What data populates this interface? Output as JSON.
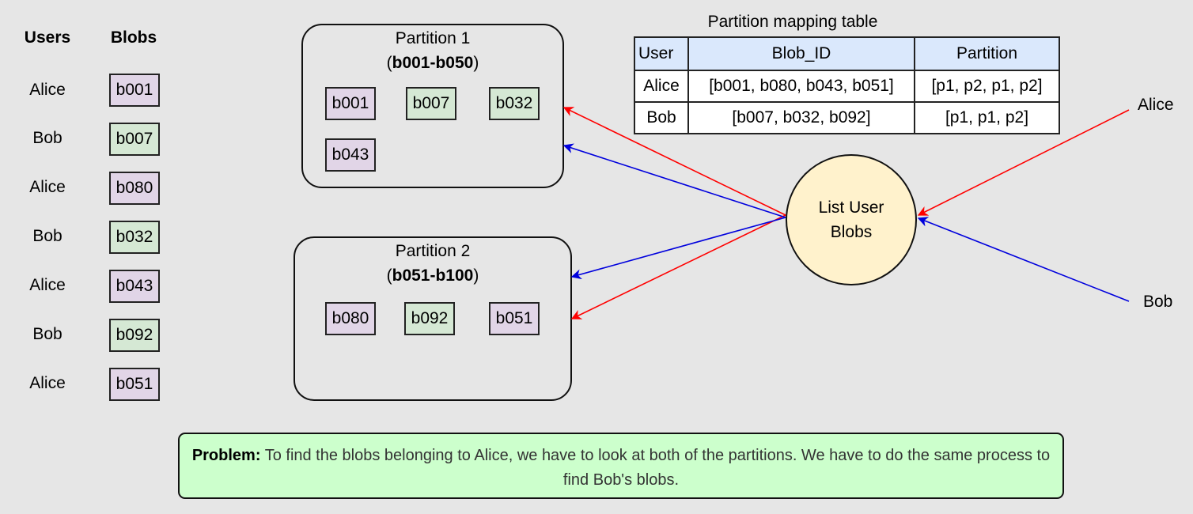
{
  "headers": {
    "users": "Users",
    "blobs": "Blobs"
  },
  "rows": [
    {
      "user": "Alice",
      "blob": "b001",
      "color": "#e1d5e7"
    },
    {
      "user": "Bob",
      "blob": "b007",
      "color": "#d5e8d4"
    },
    {
      "user": "Alice",
      "blob": "b080",
      "color": "#e1d5e7"
    },
    {
      "user": "Bob",
      "blob": "b032",
      "color": "#d5e8d4"
    },
    {
      "user": "Alice",
      "blob": "b043",
      "color": "#e1d5e7"
    },
    {
      "user": "Bob",
      "blob": "b092",
      "color": "#d5e8d4"
    },
    {
      "user": "Alice",
      "blob": "b051",
      "color": "#e1d5e7"
    }
  ],
  "partition1": {
    "title": "Partition 1",
    "range": "b001-b050",
    "blobs": [
      "b001",
      "b007",
      "b032",
      "b043"
    ]
  },
  "partition2": {
    "title": "Partition 2",
    "range": "b051-b100",
    "blobs": [
      "b080",
      "b092",
      "b051"
    ]
  },
  "mapping_table": {
    "title": "Partition mapping table",
    "headers": [
      "User",
      "Blob_ID",
      "Partition"
    ],
    "rows": [
      [
        "Alice",
        "[b001, b080, b043, b051]",
        "[p1, p2, p1, p2]"
      ],
      [
        "Bob",
        "[b007, b032, b092]",
        "[p1, p1, p2]"
      ]
    ]
  },
  "service": {
    "label": "List User Blobs"
  },
  "actors": {
    "alice": "Alice",
    "bob": "Bob"
  },
  "problem": {
    "label": "Problem:",
    "text": "To find the blobs belonging to Alice, we have to look at both of the partitions. We have to do the same process to find Bob's blobs."
  },
  "colors": {
    "alice_arrow": "#ff0000",
    "bob_arrow": "#0000dd",
    "alice_blob": "#e1d5e7",
    "bob_blob": "#d5e8d4",
    "service_fill": "#fff2cc",
    "table_header": "#dae8fc",
    "problem_fill": "#ccffcc"
  }
}
